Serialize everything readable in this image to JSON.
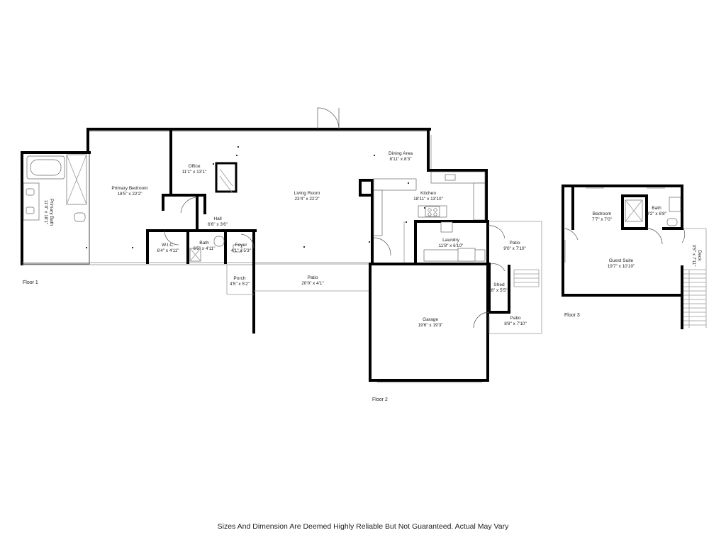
{
  "floors": [
    {
      "label": "Floor 1",
      "rooms": [
        {
          "name": "Primary Bedroom",
          "dims": "18'5\" x 22'2\""
        },
        {
          "name": "Office",
          "dims": "11'1\" x 13'1\""
        },
        {
          "name": "Living Room",
          "dims": "23'4\" x 22'2\""
        },
        {
          "name": "Dining Area",
          "dims": "8'11\" x 8'3\""
        },
        {
          "name": "Kitchen",
          "dims": "18'11\" x 13'10\""
        },
        {
          "name": "Primary Bath",
          "dims": "11'0\" x 18'1\""
        },
        {
          "name": "Hall",
          "dims": "6'6\" x 3'6\""
        },
        {
          "name": "W.I.C.",
          "dims": "6'4\" x 4'11\""
        },
        {
          "name": "Bath",
          "dims": "6'5\" x 4'11\""
        },
        {
          "name": "Foyer",
          "dims": "4'1\" x 5'3\""
        },
        {
          "name": "Porch",
          "dims": "4'5\" x 5'2\""
        },
        {
          "name": "Patio",
          "dims": "20'0\" x 4'1\""
        },
        {
          "name": "Laundry",
          "dims": "11'8\" x 6'10\""
        },
        {
          "name": "Patio",
          "dims": "9'0\" x 7'10\""
        }
      ]
    },
    {
      "label": "Floor 2",
      "rooms": [
        {
          "name": "Shed",
          "dims": "6\" x 5'5\""
        },
        {
          "name": "Garage",
          "dims": "19'6\" x 19'3\""
        },
        {
          "name": "Patio",
          "dims": "8'8\" x 7'10\""
        }
      ]
    },
    {
      "label": "Floor 3",
      "rooms": [
        {
          "name": "Bedroom",
          "dims": "7'7\" x 7'0\""
        },
        {
          "name": "Bath",
          "dims": "9'2\" x 6'8\""
        },
        {
          "name": "Guest Suite",
          "dims": "19'7\" x 10'10\""
        },
        {
          "name": "Deck",
          "dims": "3'5\" x 7'11\""
        }
      ]
    }
  ],
  "disclaimer": "Sizes And Dimension Are Deemed Highly Reliable But Not Guaranteed. Actual May Vary"
}
